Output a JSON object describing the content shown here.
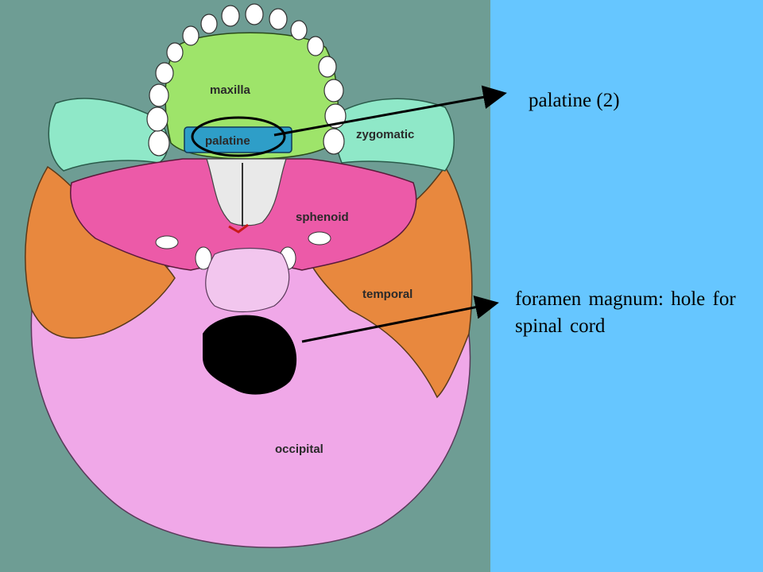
{
  "diagram": {
    "bone_labels": {
      "maxilla": "maxilla",
      "palatine": "palatine",
      "zygomatic": "zygomatic",
      "sphenoid": "sphenoid",
      "temporal": "temporal",
      "occipital": "occipital"
    },
    "colors": {
      "panel_background": "#6e9d94",
      "slide_background": "#66c6ff",
      "maxilla": "#9ee46a",
      "palatine": "#2e9ec8",
      "zygomatic": "#8fe8c8",
      "sphenoid": "#ec5aa8",
      "temporal": "#e8883e",
      "occipital": "#f0a8e8",
      "foramen_magnum": "#000000"
    }
  },
  "callouts": {
    "palatine": "palatine (2)",
    "foramen_magnum": "foramen magnum: hole for spinal cord"
  }
}
